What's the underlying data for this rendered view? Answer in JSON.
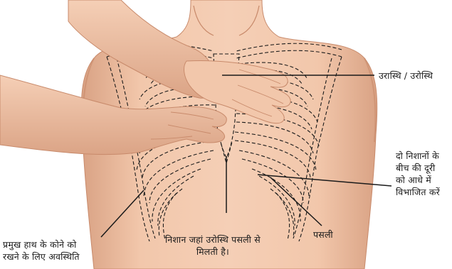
{
  "labels": {
    "sternum": "उरास्थि / उरोस्थि",
    "mark_junction": "निशान जहां उरोस्थि पसली से\nमिलती है।",
    "rib": "पसली",
    "divide_distance": "दो निशानों के\nबीच की दूरी\nको आधे में\nविभाजित करें",
    "hand_position": "प्रमुख हाथ के कोने को\nरखने के लिए अवस्थिति"
  },
  "colors": {
    "skin": "#f2c7ab",
    "skin_shadow": "#d9a284",
    "skin_dark": "#c88a6b",
    "outline": "#1a1a1a",
    "background": "#ffffff"
  }
}
